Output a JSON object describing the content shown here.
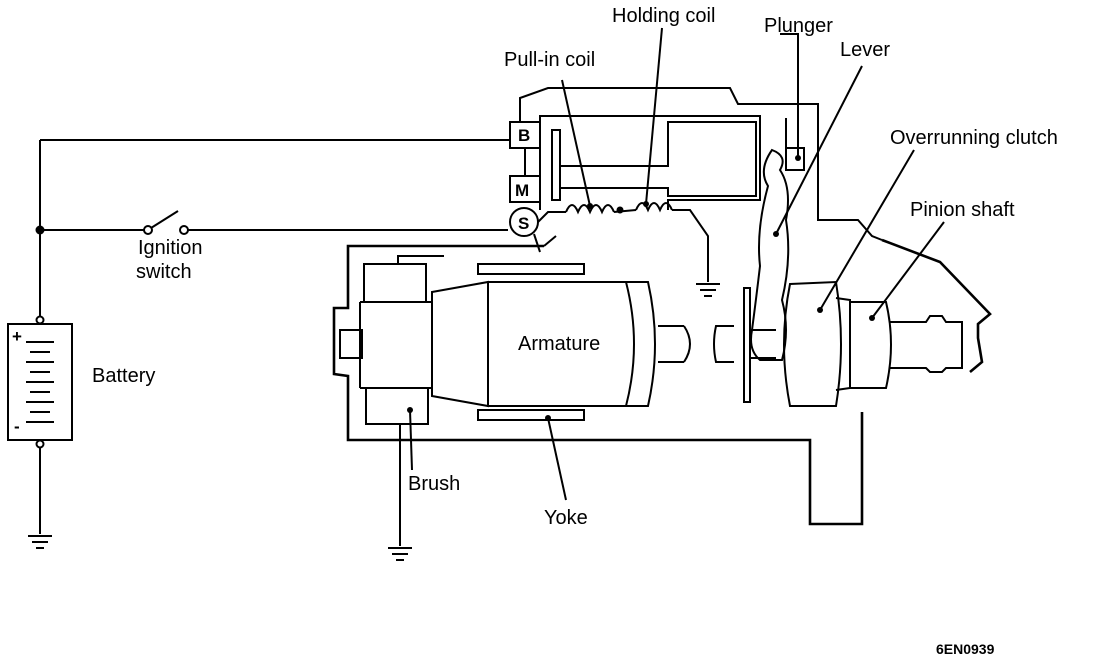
{
  "labels": {
    "holding_coil": "Holding coil",
    "pull_in_coil": "Pull-in coil",
    "plunger": "Plunger",
    "lever": "Lever",
    "overrunning_clutch": "Overrunning clutch",
    "pinion_shaft": "Pinion shaft",
    "ignition_switch_line1": "Ignition",
    "ignition_switch_line2": "switch",
    "battery": "Battery",
    "armature": "Armature",
    "brush": "Brush",
    "yoke": "Yoke"
  },
  "terminals": {
    "b": "B",
    "m": "M",
    "s": "S"
  },
  "battery_polarity": {
    "positive": "+",
    "negative": "-"
  },
  "figure_code": "6EN0939",
  "colors": {
    "ink": "#000000",
    "paper": "#ffffff"
  }
}
